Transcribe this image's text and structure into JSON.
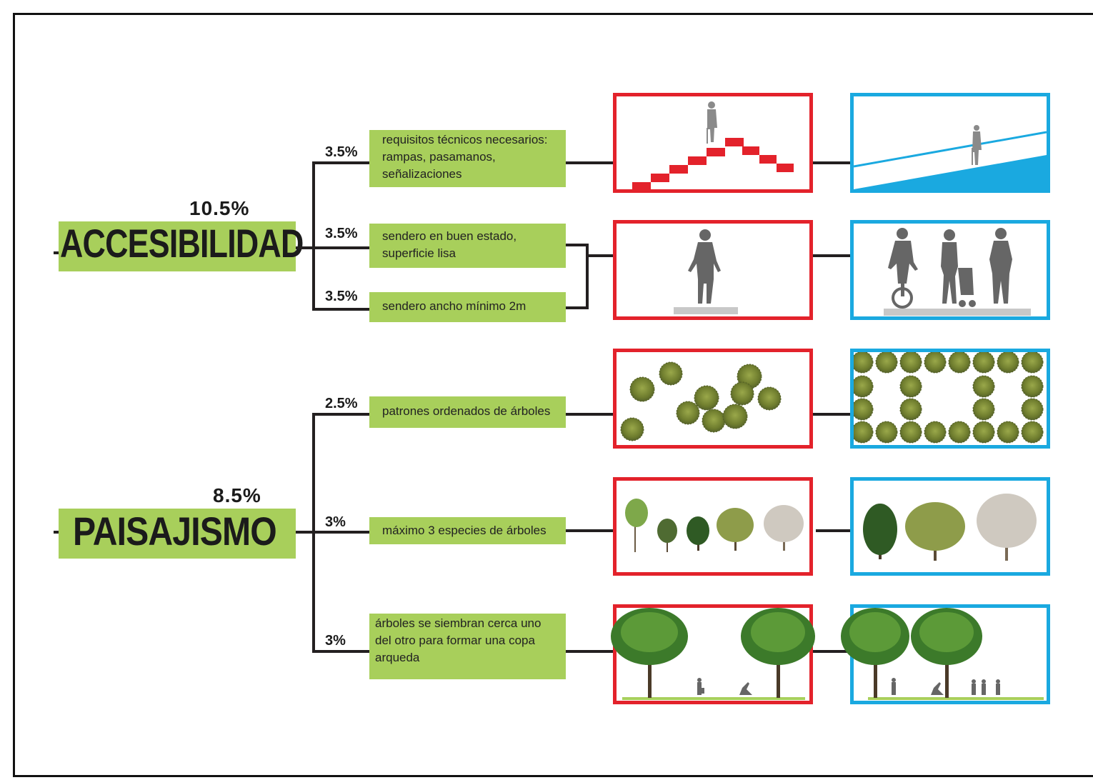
{
  "colors": {
    "accent_green": "#a8cf5b",
    "before_border": "#e3222b",
    "after_border": "#1aa9e0",
    "line": "#231f20"
  },
  "categories": [
    {
      "name": "ACCESIBILIDAD",
      "percent": "10.5%",
      "criteria": [
        {
          "percent": "3.5%",
          "lines": [
            "requisitos técnicos necesarios:",
            "rampas, pasamanos,",
            "señalizaciones"
          ],
          "before_icon": "stairs-elderly-icon",
          "after_icon": "ramp-elderly-icon"
        },
        {
          "percent": "3.5%",
          "lines": [
            "sendero en buen estado,",
            "superficie lisa"
          ],
          "before_icon": "single-walker-icon",
          "after_icon": "cyclist-stroller-walker-icon"
        },
        {
          "percent": "3.5%",
          "lines": [
            "sendero ancho mínimo 2m"
          ]
        }
      ]
    },
    {
      "name": "PAISAJISMO",
      "percent": "8.5%",
      "criteria": [
        {
          "percent": "2.5%",
          "lines": [
            "patrones ordenados de árboles"
          ],
          "before_icon": "scattered-trees-plan-icon",
          "after_icon": "ordered-trees-plan-icon"
        },
        {
          "percent": "3%",
          "lines": [
            "máximo 3 especies de árboles"
          ],
          "before_icon": "five-tree-species-icon",
          "after_icon": "three-tree-species-icon"
        },
        {
          "percent": "3%",
          "lines": [
            "árboles se siembran cerca uno",
            "del otro para formar una copa",
            "arqueda"
          ],
          "before_icon": "distant-trees-icon",
          "after_icon": "close-trees-canopy-icon"
        }
      ]
    }
  ]
}
